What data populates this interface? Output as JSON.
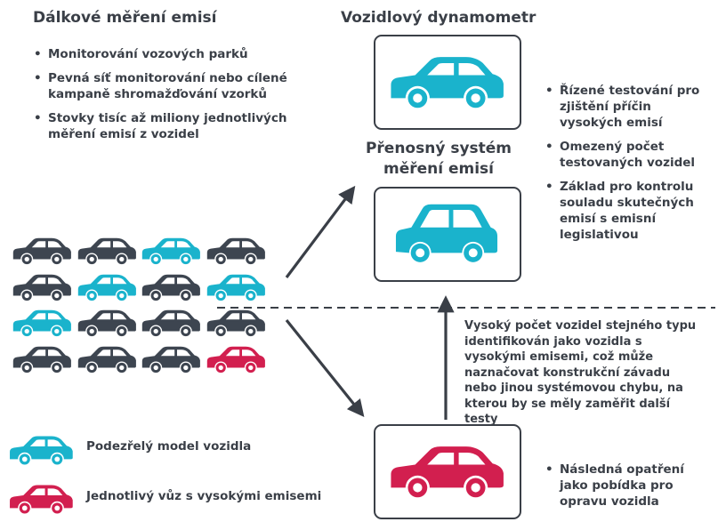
{
  "remote": {
    "title": "Dálkové měření emisí",
    "bullets": [
      "Monitorování vozových parků",
      "Pevná síť monitorování nebo cílené kampaně shromažďování vzorků",
      "Stovky tisíc až miliony jednotlivých měření emisí z vozidel"
    ]
  },
  "dyno": {
    "title": "Vozidlový dynamometr",
    "bullets": [
      "Řízené testování pro zjištění příčin vysokých emisí",
      "Omezený počet testovaných vozidel",
      "Základ pro kontrolu souladu skutečných emisí s emisní legislativou"
    ]
  },
  "pems": {
    "title_line1": "Přenosný systém",
    "title_line2": "měření emisí"
  },
  "note": "Vysoký počet vozidel stejného typu identifikován jako vozidla s vysokými emisemi, což může naznačovat konstrukční závadu nebo jinou systémovou chybu, na kterou by se měly zaměřit další testy",
  "followup": {
    "bullets": [
      "Následná opatření jako pobídka pro opravu vozidla"
    ]
  },
  "legend": {
    "suspect_label": "Podezřelý model vozidla",
    "high_label": "Jednotlivý vůz s vysokými emisemi"
  },
  "fleet_grid": [
    [
      "dark",
      "dark",
      "cyan",
      "dark"
    ],
    [
      "dark",
      "cyan",
      "dark",
      "cyan"
    ],
    [
      "cyan",
      "dark",
      "dark",
      "dark"
    ],
    [
      "dark",
      "dark",
      "dark",
      "red"
    ]
  ],
  "colors": {
    "dark": "#3d4550",
    "cyan": "#1ab3cc",
    "red": "#d21f4f",
    "text": "#3a3f47"
  },
  "icons": {
    "car": "hatchback-car-icon",
    "suv": "suv-car-icon",
    "arrow": "arrow-icon"
  }
}
